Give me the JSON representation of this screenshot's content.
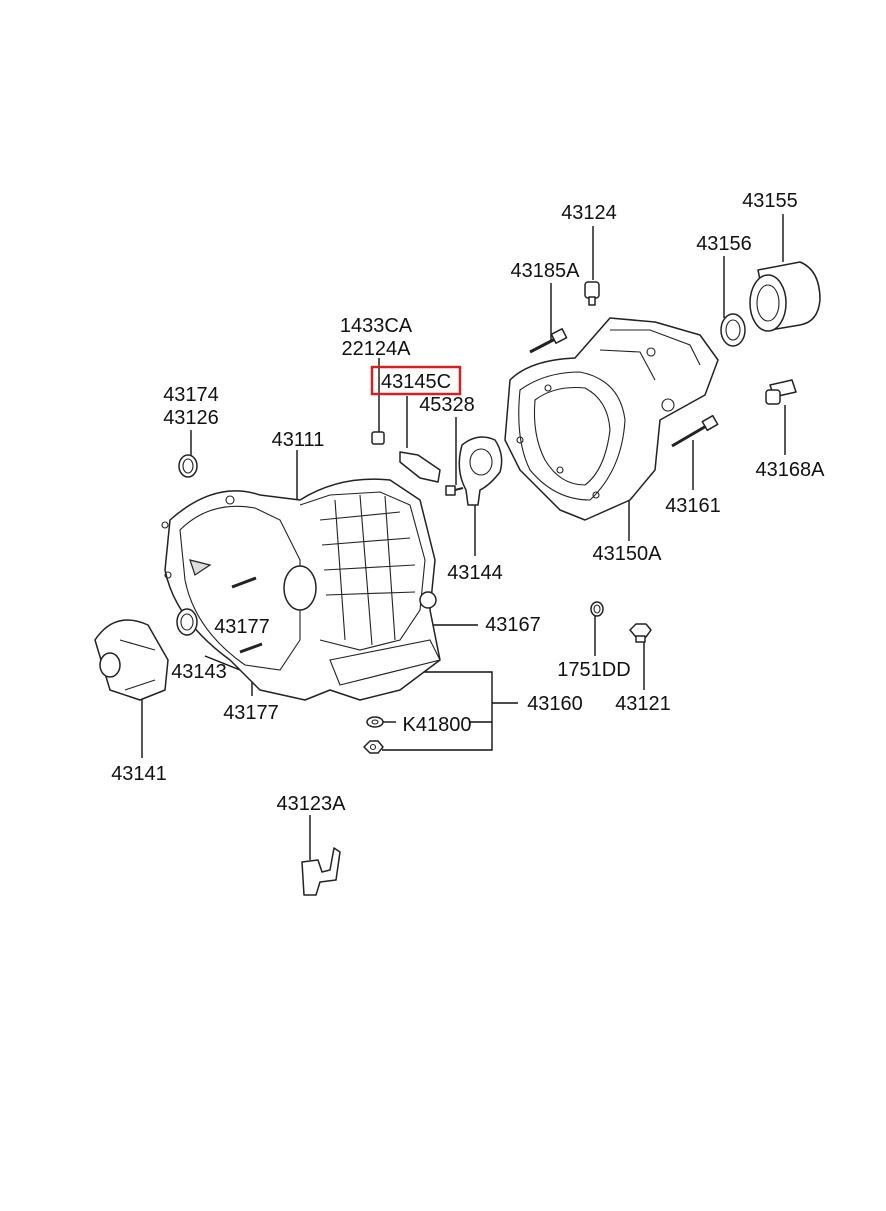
{
  "diagram": {
    "highlight_color": "#d42020",
    "highlighted_part": "43145C",
    "labels": {
      "p43124": "43124",
      "p43155": "43155",
      "p43156": "43156",
      "p43185A": "43185A",
      "p1433CA": "1433CA",
      "p22124A": "22124A",
      "p43145C": "43145C",
      "p45328": "45328",
      "p43174": "43174",
      "p43126": "43126",
      "p43111": "43111",
      "p43168A": "43168A",
      "p43161": "43161",
      "p43150A": "43150A",
      "p43144": "43144",
      "p43177a": "43177",
      "p43167": "43167",
      "p1751DD": "1751DD",
      "p43143": "43143",
      "p43160": "43160",
      "p43121": "43121",
      "p43177b": "43177",
      "pK41800": "K41800",
      "p43141": "43141",
      "p43123A": "43123A"
    }
  }
}
